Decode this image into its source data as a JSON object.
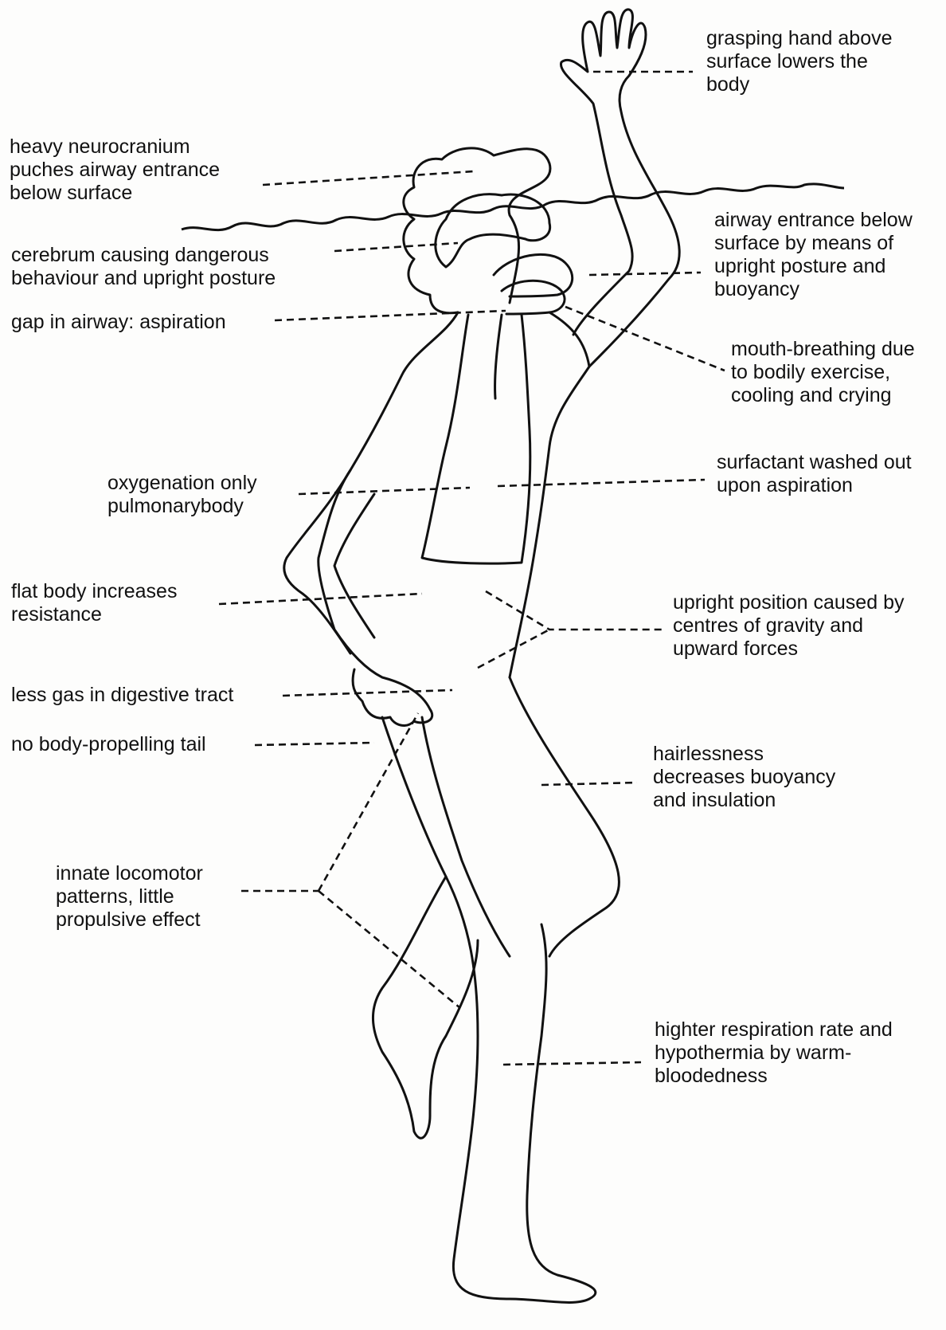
{
  "labels": {
    "grasping_hand": "grasping hand above\nsurface lowers the\nbody",
    "neurocranium": "heavy neurocranium\npuches airway entrance\nbelow surface",
    "airway_entrance": "airway entrance below\nsurface by means of\nupright posture and\nbuoyancy",
    "cerebrum": "cerebrum causing dangerous\nbehaviour and upright posture",
    "gap_airway": "gap in airway: aspiration",
    "mouth_breathing": "mouth-breathing due\nto bodily exercise,\ncooling and crying",
    "surfactant": "surfactant washed out\nupon aspiration",
    "oxygenation": "oxygenation only\npulmonarybody",
    "flat_body": "flat body increases\nresistance",
    "upright_position": "upright position caused by\ncentres of gravity and\nupward forces",
    "less_gas": "less gas in digestive tract",
    "no_tail": "no body-propelling tail",
    "hairlessness": "hairlessness\ndecreases buoyancy\nand insulation",
    "locomotor": "innate locomotor\npatterns, little\npropulsive effect",
    "respiration": "highter respiration rate and\nhypothermia by warm-\nbloodedness"
  }
}
